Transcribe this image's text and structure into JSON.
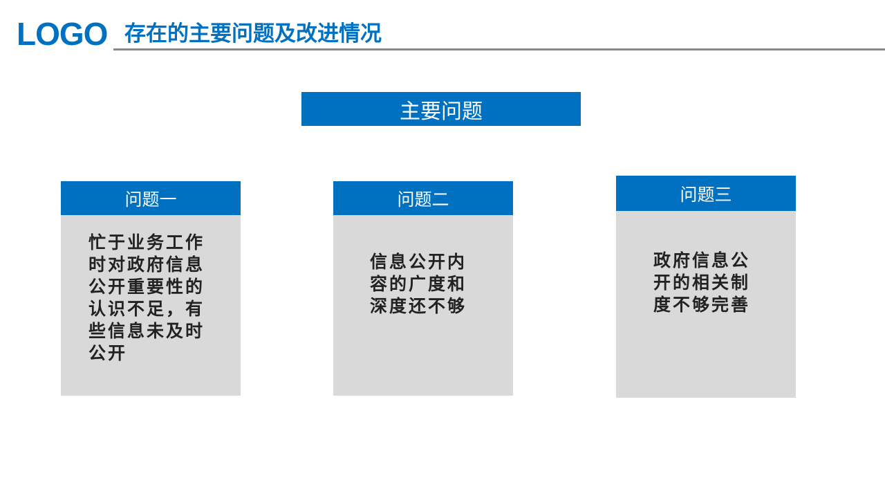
{
  "header": {
    "logo": "LOGO",
    "title": "存在的主要问题及改进情况"
  },
  "main_label": "主要问题",
  "cards": [
    {
      "title": "问题一",
      "body": "忙于业务工作时对政府信息公开重要性的认识不足，有些信息未及时公开"
    },
    {
      "title": "问题二",
      "body": "信息公开内容的广度和深度还不够"
    },
    {
      "title": "问题三",
      "body": "政府信息公开的相关制度不够完善"
    }
  ]
}
